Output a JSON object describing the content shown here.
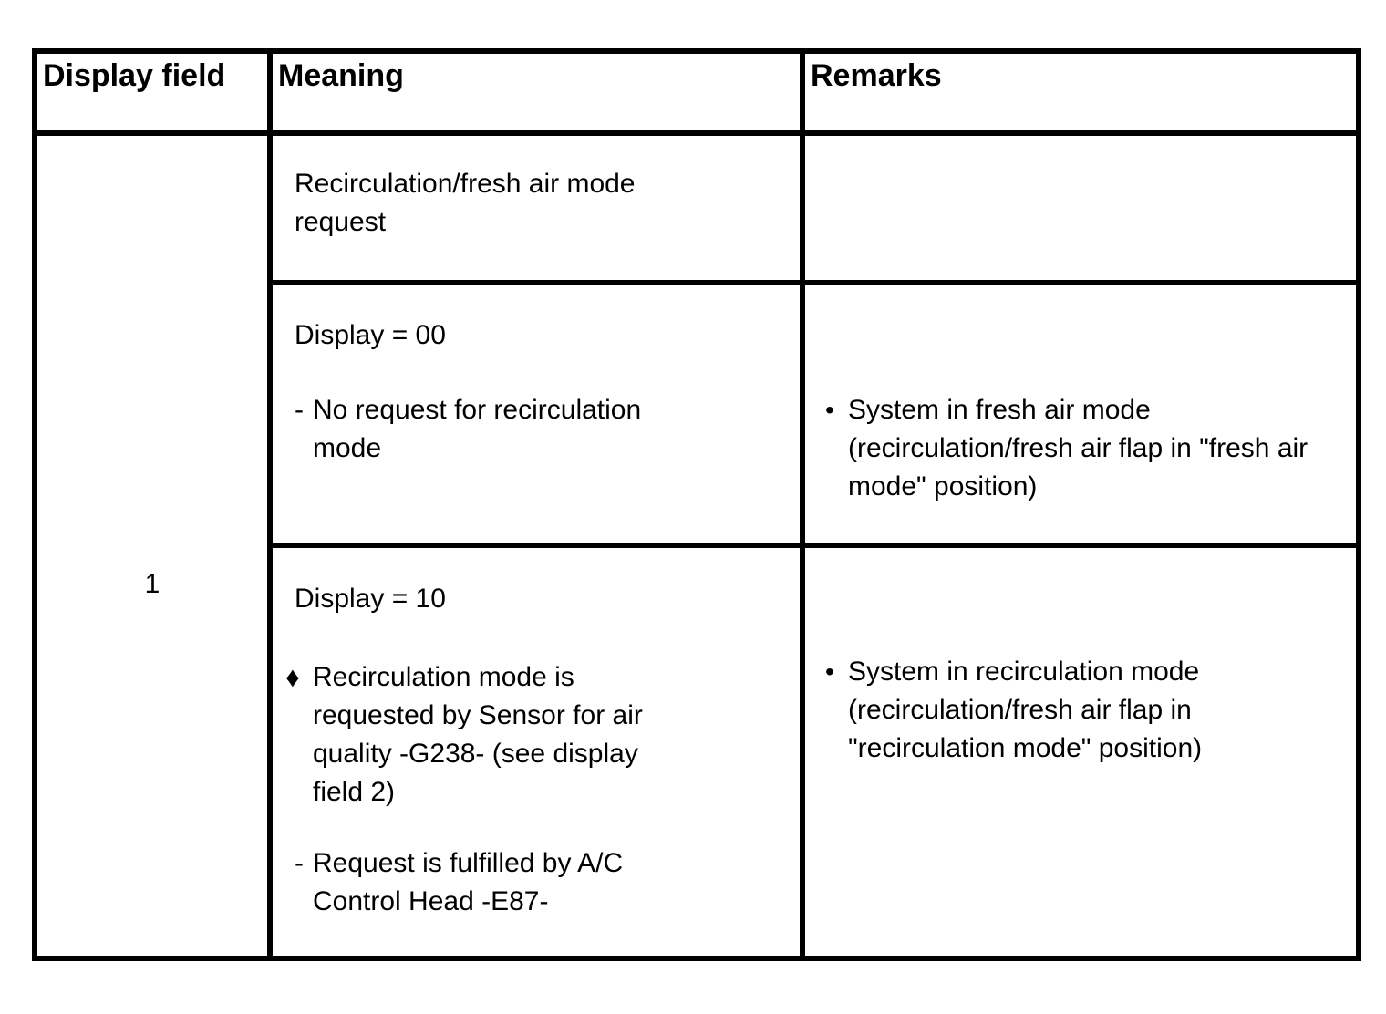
{
  "table": {
    "headers": [
      "Display field",
      "Meaning",
      "Remarks"
    ],
    "display_field_value": "1",
    "row_a": {
      "meaning": "Recirculation/fresh air mode\nrequest"
    },
    "row_b": {
      "meaning_title": "Display = 00",
      "meaning_item_bullet": "-",
      "meaning_item": "No request for recirculation\nmode",
      "remark_bullet": "•",
      "remark": "System in fresh air mode\n(recirculation/fresh air flap in \"fresh air\nmode\" position)"
    },
    "row_c": {
      "meaning_title": "Display = 10",
      "meaning_item1_bullet": "♦",
      "meaning_item1": "Recirculation mode is\nrequested by Sensor for air\nquality -G238- (see display\nfield 2)",
      "meaning_item2_bullet": "-",
      "meaning_item2": "Request is fulfilled by A/C\nControl Head -E87-",
      "remark_bullet": "•",
      "remark": "System in recirculation mode\n(recirculation/fresh air flap in\n\"recirculation mode\" position)"
    }
  }
}
